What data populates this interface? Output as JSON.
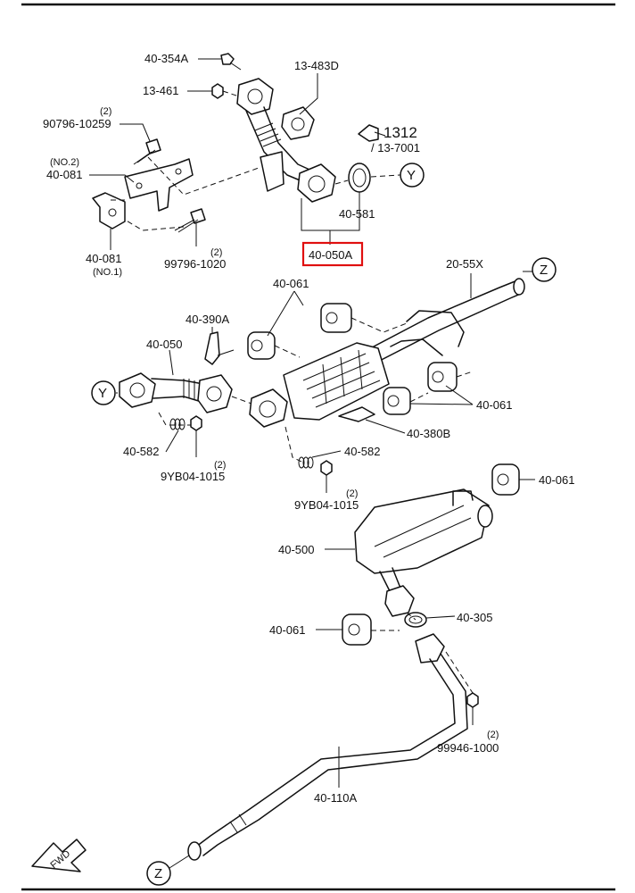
{
  "labels": {
    "l_40_354A": "40-354A",
    "l_13_483D": "13-483D",
    "l_13_461": "13-461",
    "l_90796_qty": "(2)",
    "l_90796": "90796-10259",
    "l_1312": "1312",
    "l_13_7001": "/ 13-7001",
    "l_no2": "(NO.2)",
    "l_40_081_top": "40-081",
    "l_40_581": "40-581",
    "l_40_050A": "40-050A",
    "l_40_081_bot": "40-081",
    "l_no1": "(NO.1)",
    "l_99796_qty": "(2)",
    "l_99796": "99796-1020",
    "l_20_55X": "20-55X",
    "l_40_061_a": "40-061",
    "l_40_390A": "40-390A",
    "l_40_050": "40-050",
    "l_40_061_b": "40-061",
    "l_40_380B": "40-380B",
    "l_40_582_a": "40-582",
    "l_9yb04_a_qty": "(2)",
    "l_9yb04_a": "9YB04-1015",
    "l_40_582_b": "40-582",
    "l_9yb04_b_qty": "(2)",
    "l_9yb04_b": "9YB04-1015",
    "l_40_061_c": "40-061",
    "l_40_500": "40-500",
    "l_40_305": "40-305",
    "l_40_061_d": "40-061",
    "l_99946_qty": "(2)",
    "l_99946": "99946-1000",
    "l_40_110A": "40-110A"
  },
  "markers": {
    "y_top": "Y",
    "y_left": "Y",
    "z_top": "Z",
    "z_bottom": "Z"
  },
  "fwd": "FWD",
  "highlight": {
    "part": "40-050A",
    "color": "#e01010"
  }
}
